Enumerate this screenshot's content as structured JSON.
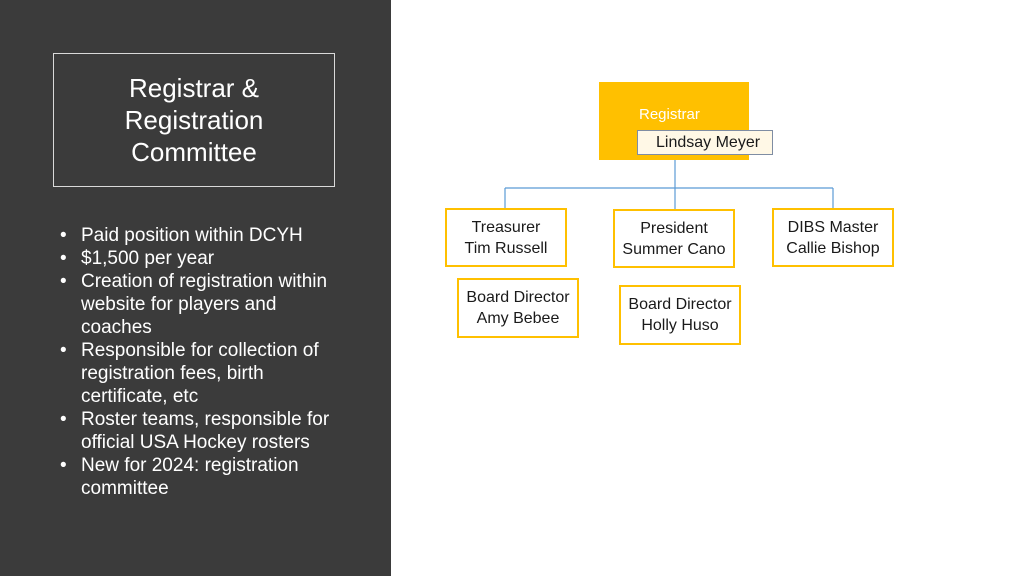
{
  "slide": {
    "title": "Registrar & Registration Committee",
    "bullets": [
      "Paid position within DCYH",
      "$1,500 per year",
      "Creation of registration within website for players and coaches",
      "Responsible for collection of registration fees, birth certificate, etc",
      "Roster teams, responsible for official USA Hockey rosters",
      "New for 2024: registration committee"
    ]
  },
  "org_chart": {
    "root": {
      "role": "Registrar",
      "name": "Lindsay Meyer"
    },
    "nodes": [
      {
        "role": "Treasurer",
        "name": "Tim Russell"
      },
      {
        "role": "President",
        "name": "Summer Cano"
      },
      {
        "role": "DIBS Master",
        "name": "Callie Bishop"
      },
      {
        "role": "Board Director",
        "name": "Amy Bebee"
      },
      {
        "role": "Board Director",
        "name": "Holly Huso"
      }
    ]
  },
  "colors": {
    "panel": "#3b3b3b",
    "accent": "#ffc000",
    "connector": "#5b9bd5"
  }
}
